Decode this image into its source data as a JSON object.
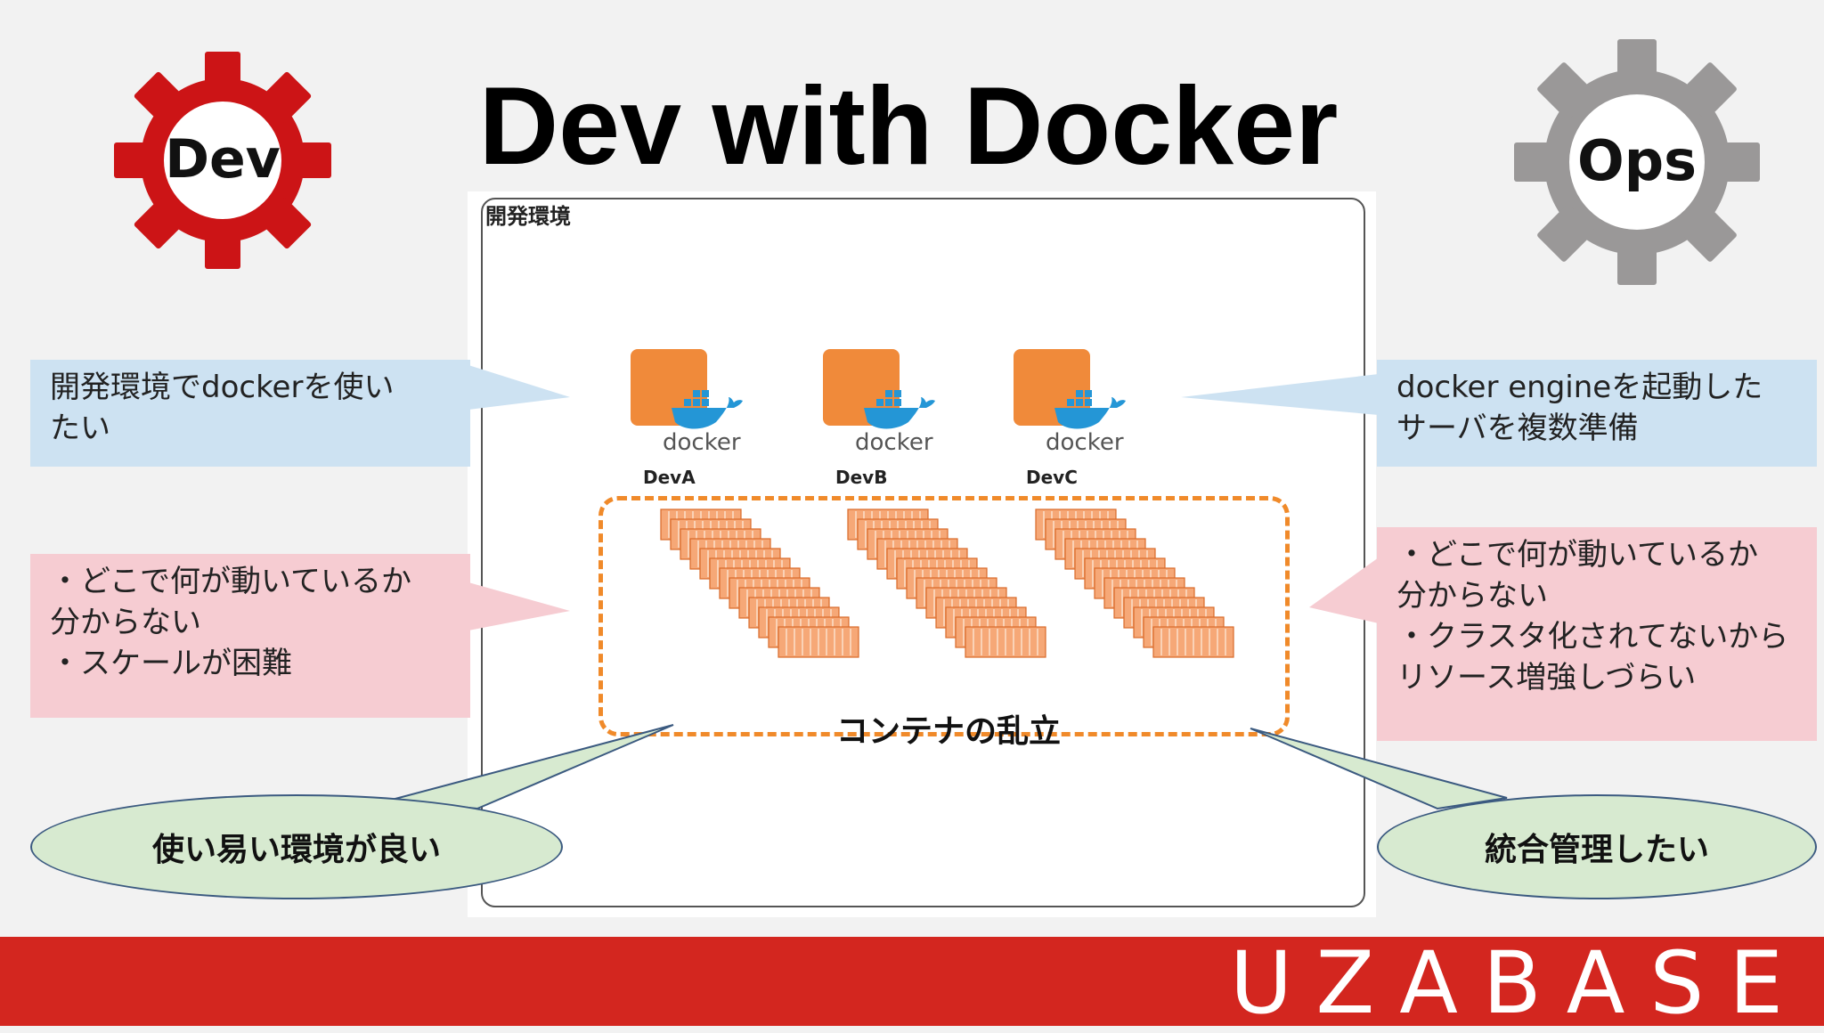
{
  "title": "Dev with Docker",
  "gears": {
    "dev": {
      "label": "Dev",
      "color": "#cc1416"
    },
    "ops": {
      "label": "Ops",
      "color": "#9a9898"
    }
  },
  "diagram": {
    "env_label": "開発環境",
    "hosts": [
      {
        "logo_text": "docker",
        "label": "DevA"
      },
      {
        "logo_text": "docker",
        "label": "DevB"
      },
      {
        "logo_text": "docker",
        "label": "DevC"
      }
    ],
    "sprawl_label": "コンテナの乱立",
    "accent_color": "#f08a2a"
  },
  "callouts": {
    "dev_want": [
      "開発環境でdockerを使い",
      "たい"
    ],
    "ops_prepare": [
      "docker engineを起動した",
      "サーバを複数準備"
    ],
    "dev_problems": [
      "・どこで何が動いているか",
      "分からない",
      "・スケールが困難"
    ],
    "ops_problems": [
      "・どこで何が動いているか",
      "分からない",
      "・クラスタ化されてないから",
      "リソース増強しづらい"
    ]
  },
  "bubbles": {
    "dev": "使い易い環境が良い",
    "ops": "統合管理したい"
  },
  "footer": {
    "brand": "UZABASE",
    "color": "#d3261f"
  }
}
